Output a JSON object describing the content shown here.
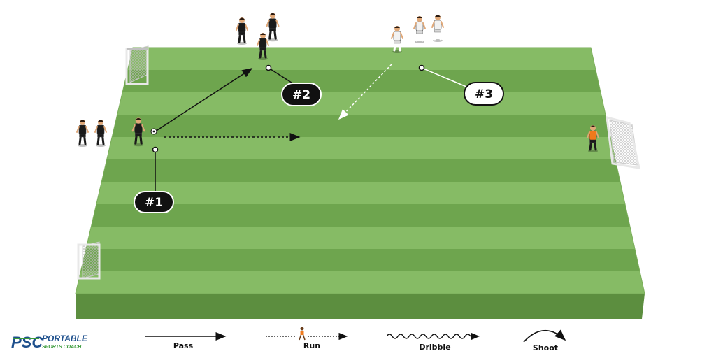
{
  "logo": {
    "mark": "PSC",
    "title": "PORTABLE",
    "subtitle": "SPORTS COACH"
  },
  "labels": {
    "one": "#1",
    "two": "#2",
    "three": "#3"
  },
  "legend": {
    "pass": "Pass",
    "run": "Run",
    "dribble": "Dribble",
    "shoot": "Shoot"
  },
  "colors": {
    "pitch_light": "#86bb65",
    "pitch_dark": "#6ea54e",
    "pitch_side": "#5c8e3f",
    "team_black": "#1a1a1a",
    "team_white": "#f2f2f2",
    "goalkeeper": "#f07a1c",
    "logo_blue": "#1d4f8c",
    "logo_green": "#3a9a3a"
  }
}
